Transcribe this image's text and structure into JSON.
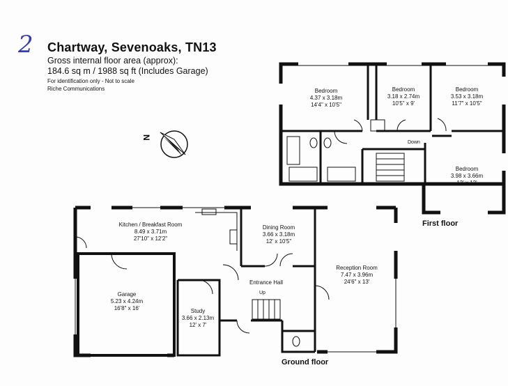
{
  "header": {
    "annotation": "2",
    "title": "Chartway, Sevenoaks, TN13",
    "area_label": "Gross internal floor area (approx):",
    "area_value": "184.6 sq m / 1988 sq ft (Includes Garage)",
    "disclaimer": "For identification only - Not to scale",
    "credit": "Riche Communications"
  },
  "compass": {
    "label": "N",
    "icon": "compass-icon"
  },
  "first_floor": {
    "label": "First floor",
    "down_label": "Down",
    "rooms": [
      {
        "name": "Bedroom",
        "metric": "4.37 x 3.18m",
        "imperial": "14'4\" x 10'5\""
      },
      {
        "name": "Bedroom",
        "metric": "3.18 x 2.74m",
        "imperial": "10'5\" x 9'"
      },
      {
        "name": "Bedroom",
        "metric": "3.53 x 3.18m",
        "imperial": "11'7\" x 10'5\""
      },
      {
        "name": "Bedroom",
        "metric": "3.98 x 3.66m",
        "imperial": "13' x 12'"
      }
    ]
  },
  "ground_floor": {
    "label": "Ground floor",
    "up_label": "Up",
    "rooms": [
      {
        "name": "Kitchen / Breakfast Room",
        "metric": "8.49 x 3.71m",
        "imperial": "27'10\" x 12'2\""
      },
      {
        "name": "Dining Room",
        "metric": "3.66 x 3.18m",
        "imperial": "12' x 10'5\""
      },
      {
        "name": "Reception Room",
        "metric": "7.47 x 3.96m",
        "imperial": "24'6\" x 13'"
      },
      {
        "name": "Garage",
        "metric": "5.23 x 4.24m",
        "imperial": "16'8\" x 16'"
      },
      {
        "name": "Study",
        "metric": "3.66 x 2.13m",
        "imperial": "12' x 7'"
      },
      {
        "name": "Entrance Hall",
        "metric": "",
        "imperial": ""
      }
    ]
  },
  "colors": {
    "wall": "#111111",
    "annotation": "#3a3fa8"
  }
}
